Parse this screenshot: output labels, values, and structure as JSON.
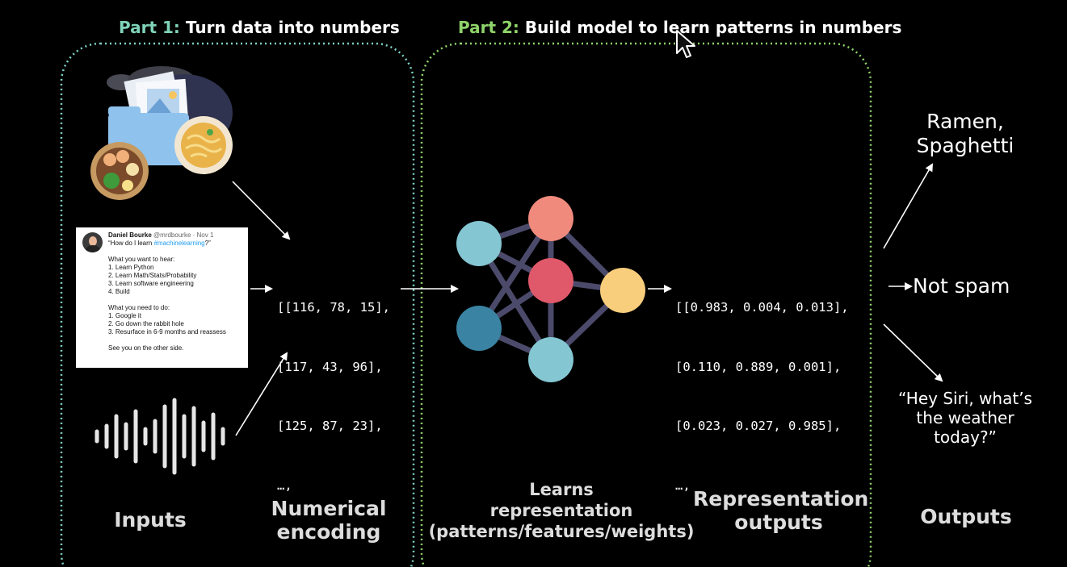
{
  "part1": {
    "prefix": "Part 1:",
    "text": "Turn data into numbers"
  },
  "part2": {
    "prefix": "Part 2:",
    "text": "Build model to learn patterns in numbers"
  },
  "tweet": {
    "name": "Daniel Bourke",
    "handle": "@mrdbourke · Nov 1",
    "question_start": "“How do I learn ",
    "question_tag": "#machinelearning",
    "question_end": "?”",
    "want_heading": "What you want to hear:",
    "want_items": [
      "1. Learn Python",
      "2. Learn Math/Stats/Probability",
      "3. Learn software engineering",
      "4. Build"
    ],
    "need_heading": "What you need to do:",
    "need_items": [
      "1. Google it",
      "2. Go down the rabbit hole",
      "3. Resurface in 6-9 months and reassess"
    ],
    "signoff": "See you on the other side."
  },
  "numerical_matrix": [
    "[[116, 78, 15],",
    "[117, 43, 96],",
    "[125, 87, 23],",
    "…,"
  ],
  "representation_matrix": [
    "[[0.983, 0.004, 0.013],",
    "[0.110, 0.889, 0.001],",
    "[0.023, 0.027, 0.985],",
    "…,"
  ],
  "labels": {
    "inputs": "Inputs",
    "numerical_1": "Numerical",
    "numerical_2": "encoding",
    "learns_1": "Learns",
    "learns_2": "representation",
    "learns_3": "(patterns/features/weights)",
    "repr_1": "Representation",
    "repr_2": "outputs",
    "outputs": "Outputs"
  },
  "outputs": {
    "food_1": "Ramen,",
    "food_2": "Spaghetti",
    "spam": "Not spam",
    "siri_1": "“Hey Siri, what’s",
    "siri_2": "the weather",
    "siri_3": "today?”"
  },
  "colors": {
    "part1_border": "#7fd3c8",
    "part2_border": "#8fd46a",
    "node_light_blue": "#84c6d2",
    "node_dark_blue": "#3a83a3",
    "node_salmon": "#ef8a7d",
    "node_red": "#e0596a",
    "node_yellow": "#f8cd7c",
    "edge": "#4b4a6b"
  }
}
